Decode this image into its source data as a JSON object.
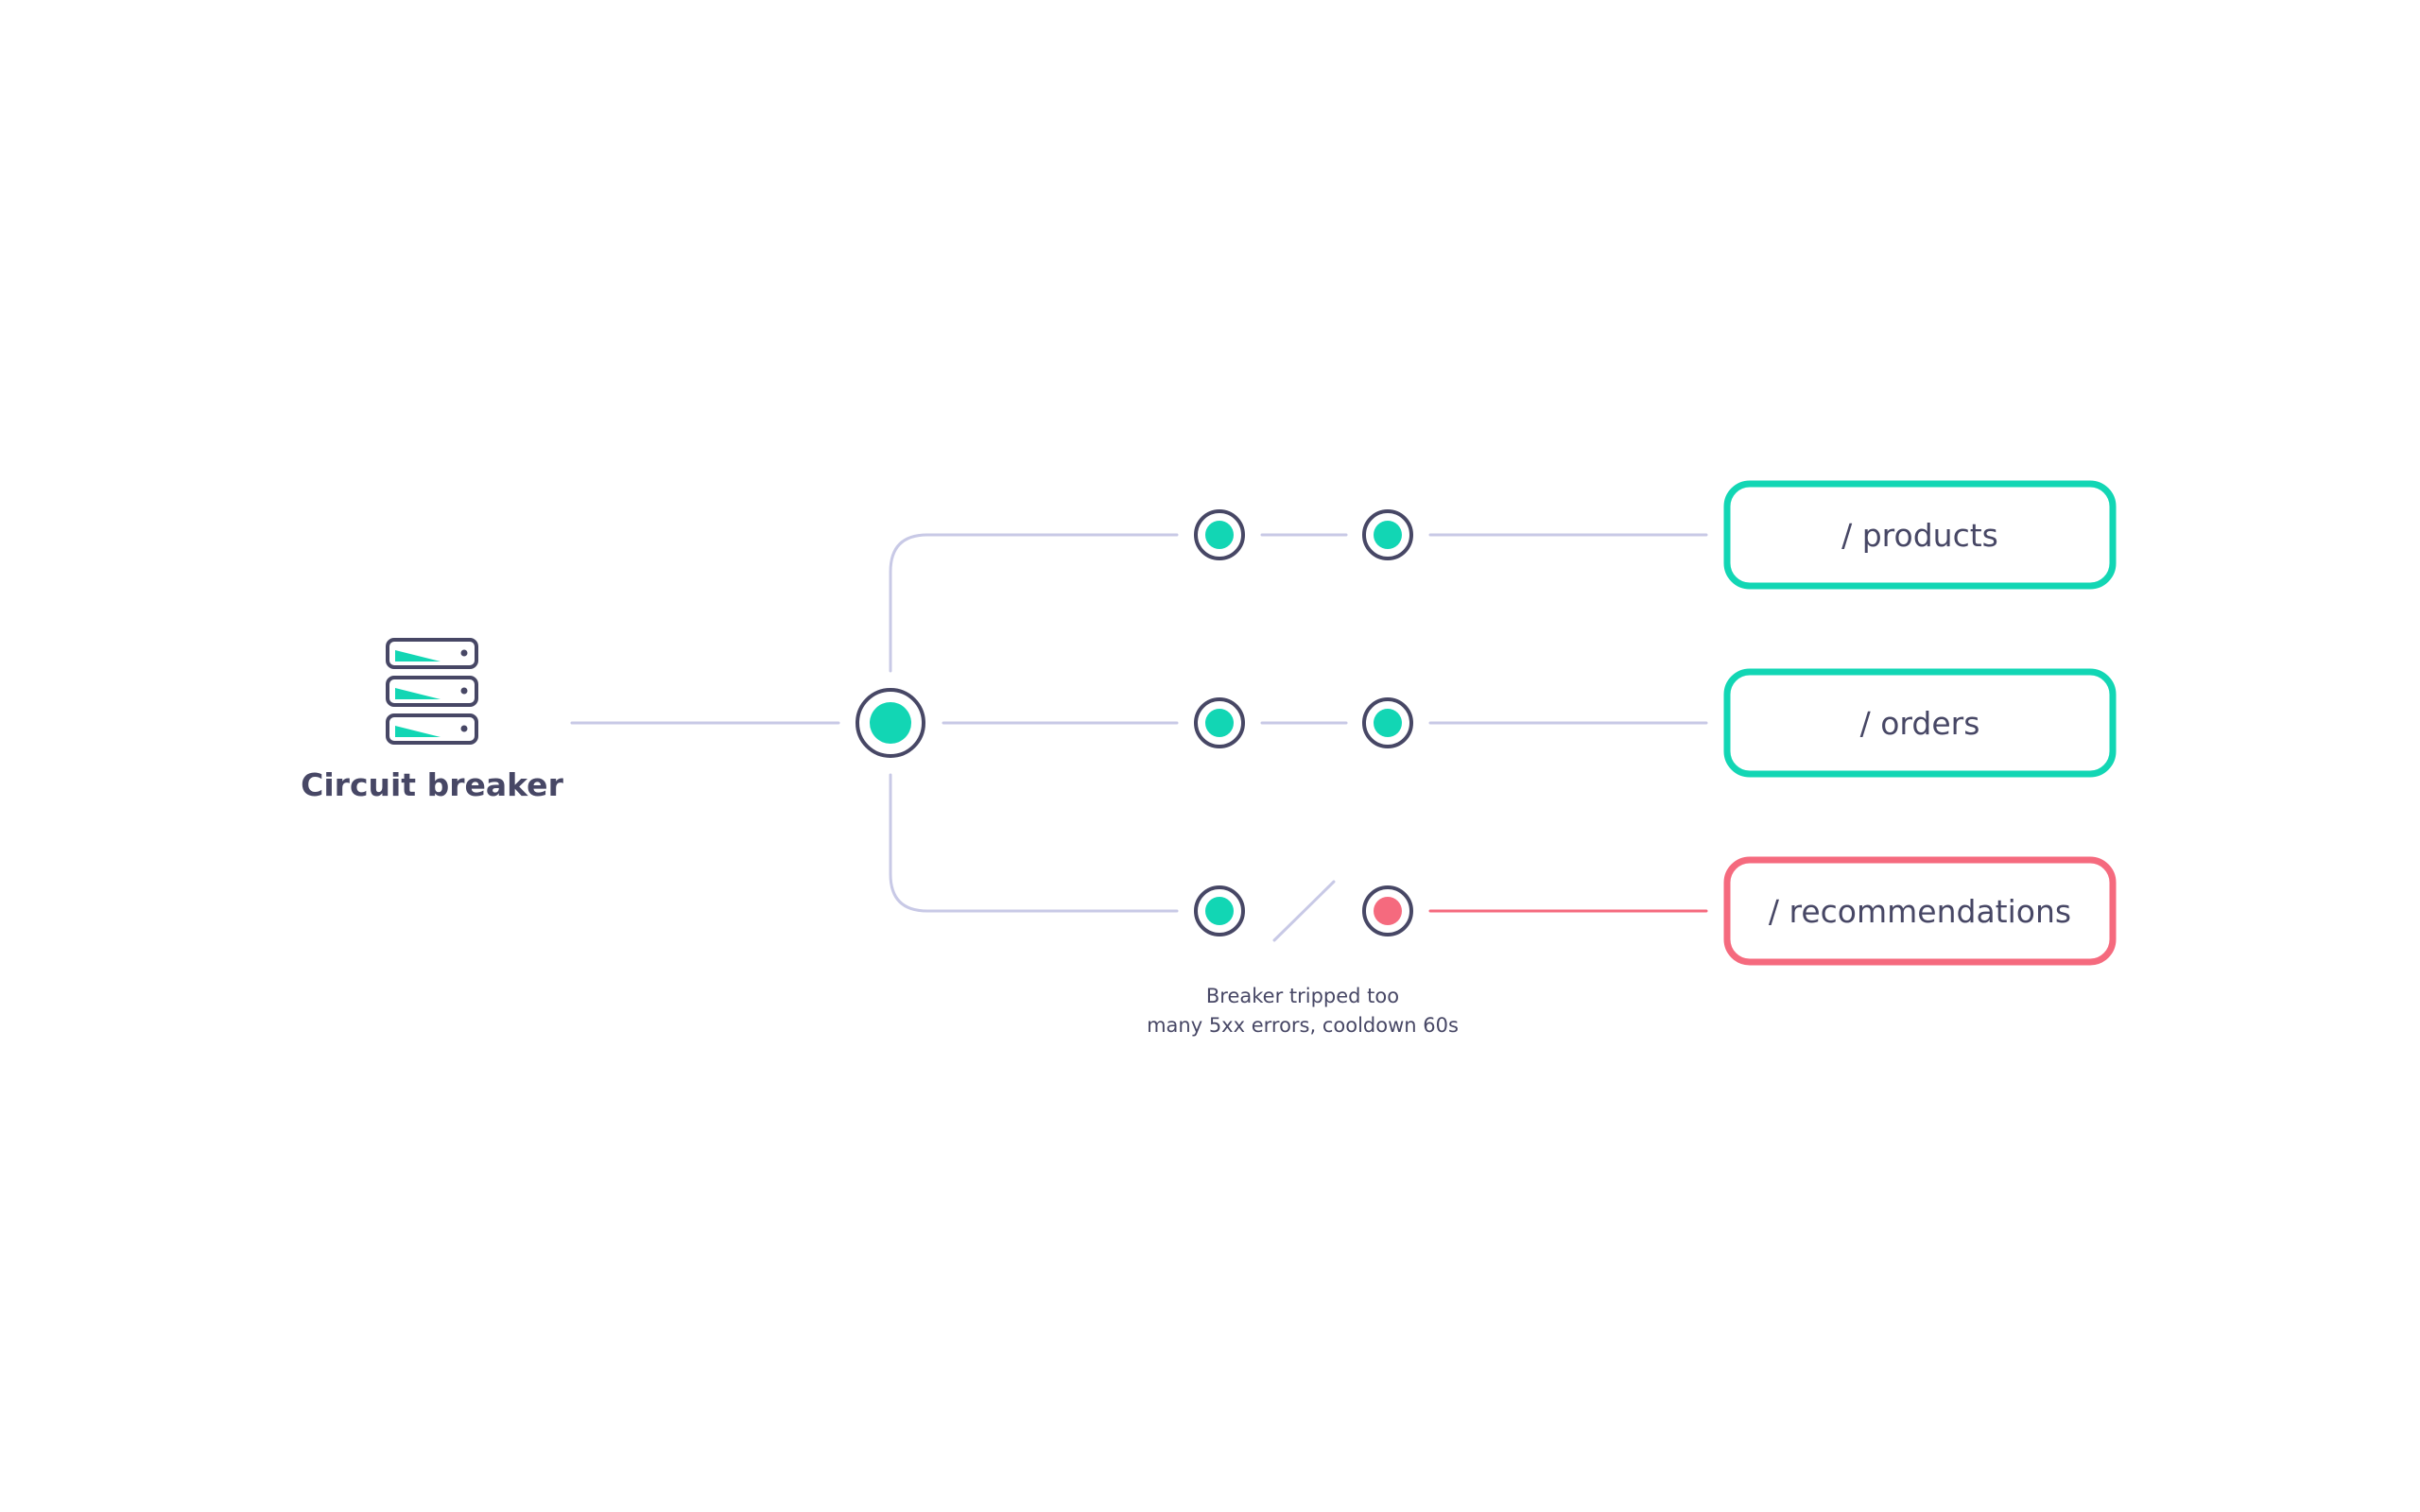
{
  "source": {
    "label": "Circuit breaker",
    "icon": "server-stack-icon"
  },
  "routes": [
    {
      "label": "/ products",
      "status": "ok"
    },
    {
      "label": "/ orders",
      "status": "ok"
    },
    {
      "label": "/ recommendations",
      "status": "tripped"
    }
  ],
  "annotation": {
    "line1": "Breaker tripped too",
    "line2": "many 5xx errors, cooldown 60s"
  },
  "colors": {
    "ok": "#12d6b4",
    "error": "#f56a7e",
    "wire": "#c8c9e6",
    "ink": "#474765"
  }
}
